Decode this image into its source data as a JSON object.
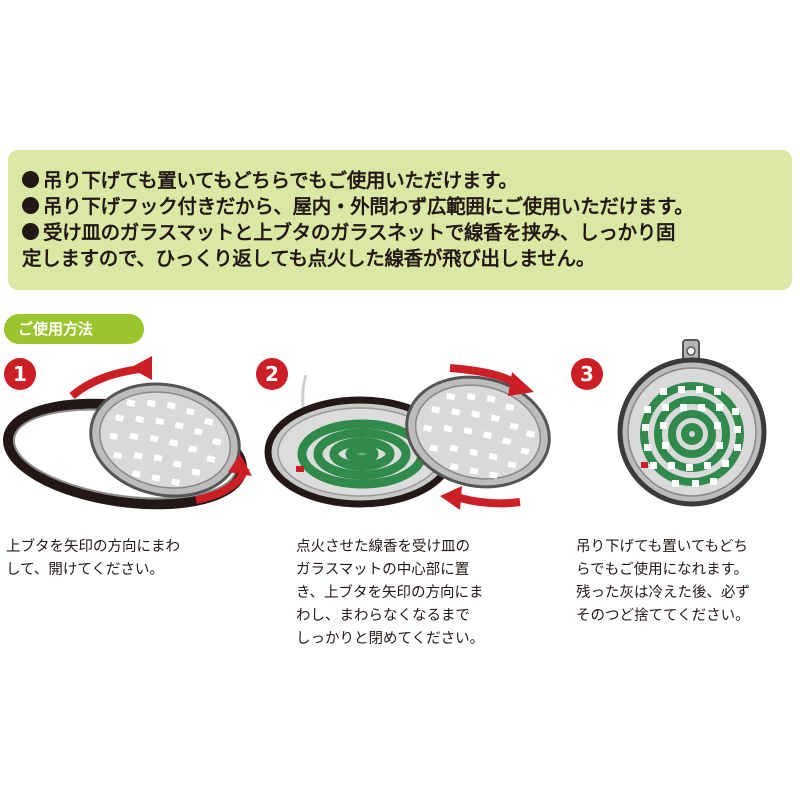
{
  "features": [
    "吊り下げても置いてもどちらでもご使用いただけます。",
    "吊り下げフック付きだから、屋内・外問わず広範囲にご使用いただけます。",
    "受け皿のガラスマットと上ブタのガラスネットで線香を挟み、しっかり固",
    "定しますので、ひっくり返しても点火した線香が飛び出しません。"
  ],
  "usage_label": "ご使用方法",
  "steps": [
    {
      "number": "1",
      "text": "上ブタを矢印の方向にまわ\nして、開けてください。"
    },
    {
      "number": "2",
      "text": "点火させた線香を受け皿の\nガラスマットの中心部に置\nき、上ブタを矢印の方向にま\nわし、まわらなくなるまで\nしっかりと閉めてください。"
    },
    {
      "number": "3",
      "text": "吊り下げても置いてもどち\nらでもご使用になれます。\n残った灰は冷えた後、必ず\nそのつど捨ててください。"
    }
  ],
  "colors": {
    "feature_bg": "#dbe8a3",
    "tab_green": "#9bc52c",
    "step_red": "#cc1f25",
    "coil_green": "#2f8a4b",
    "arrow_red": "#cc1f25"
  },
  "icons": [
    "arrow-icon",
    "lid-icon",
    "tray-icon",
    "mosquito-coil-icon",
    "hook-icon"
  ]
}
